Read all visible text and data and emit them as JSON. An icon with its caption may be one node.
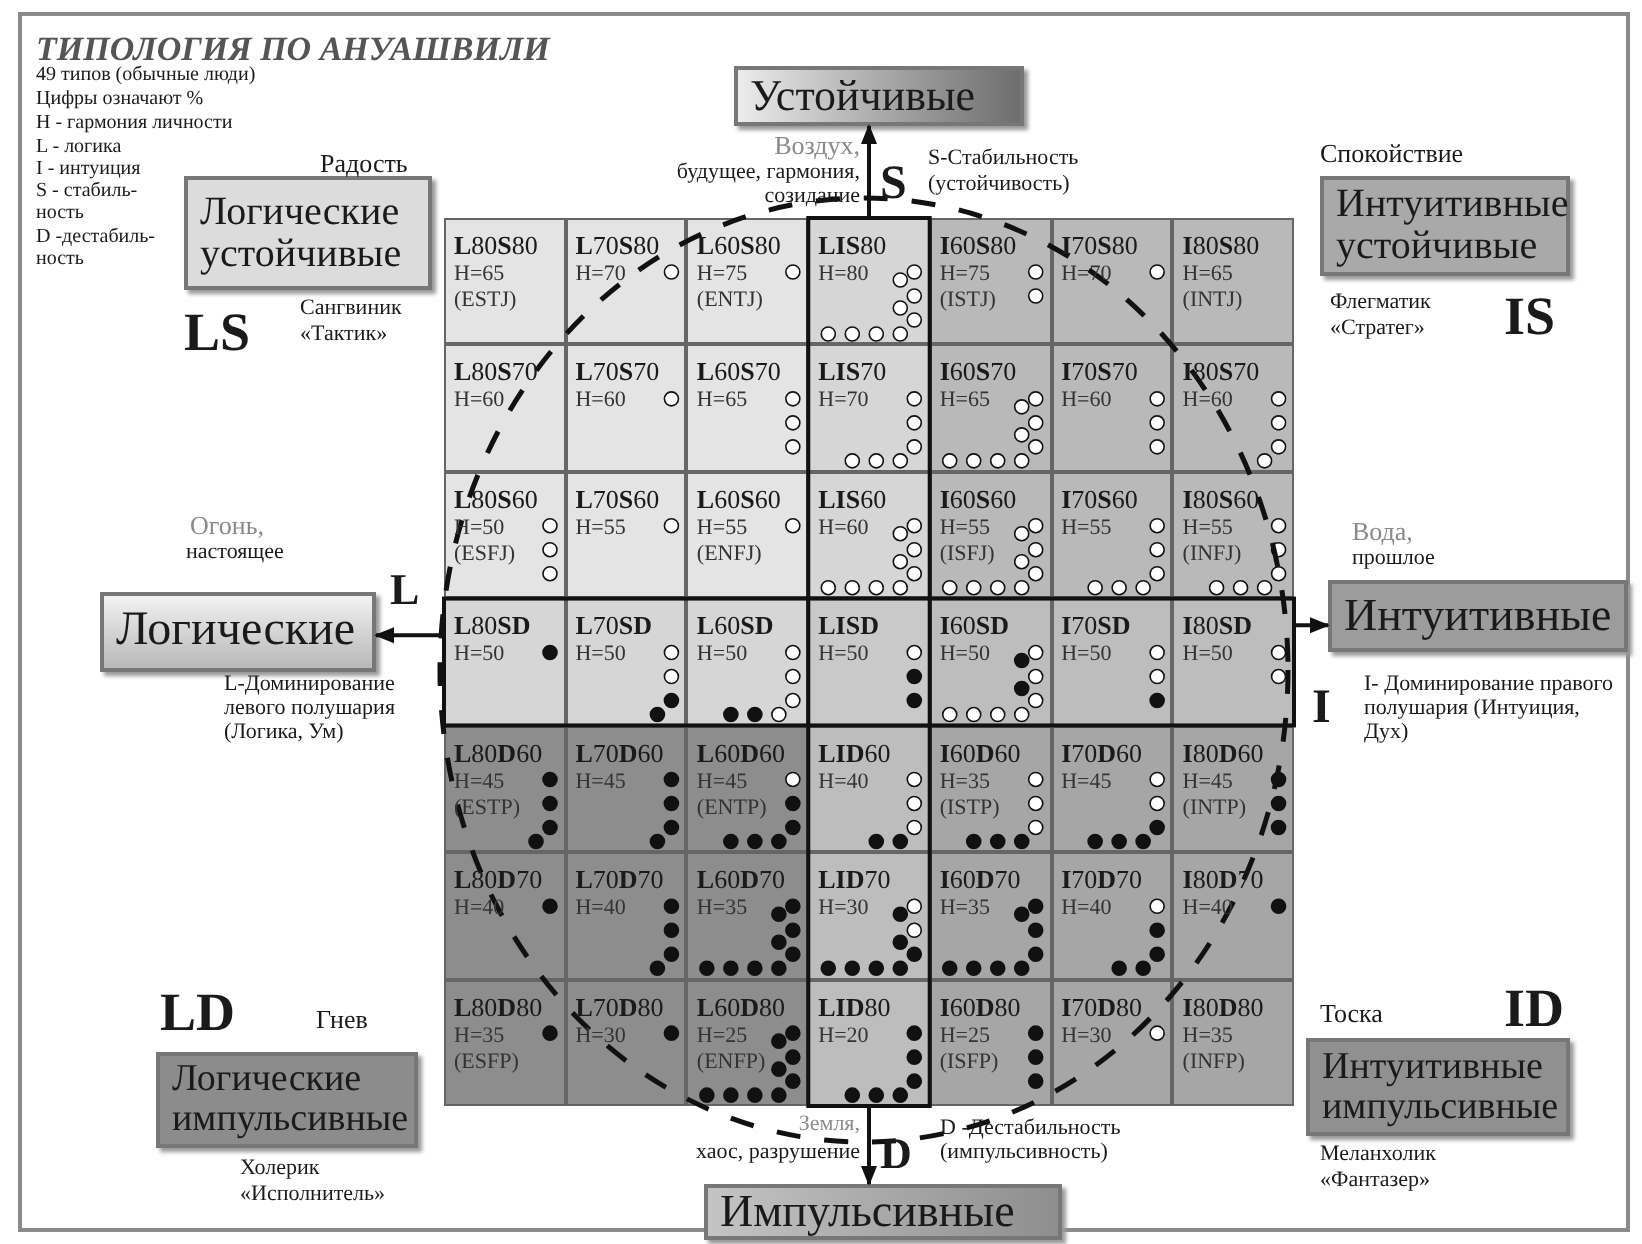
{
  "diagram": {
    "title": "ТИПОЛОГИЯ ПО АНУАШВИЛИ",
    "nodes": [
      {
        "text": [
          "Логические устойчивые"
        ]
      },
      {
        "text": [
          "Устойчивые"
        ]
      },
      {
        "text": [
          "Интуитивные устойчивые"
        ]
      },
      {
        "text": [
          "**L**80**S**80",
          "H=65",
          "(ESTJ)"
        ]
      },
      {
        "text": [
          "**L**70**S**80",
          "H=70"
        ]
      },
      {
        "text": [
          "**L**60**S**80",
          "H=75",
          "(ENTJ)"
        ]
      },
      {
        "text": [
          "**LIS**80",
          "H=80"
        ]
      },
      {
        "text": [
          "**I**60**S**80",
          "H=75",
          "(ISTJ)"
        ]
      },
      {
        "text": [
          "**I**70**S**80",
          "H=70"
        ]
      },
      {
        "text": [
          "**I**80**S**80",
          "H=65",
          "(INTJ)"
        ]
      },
      {
        "text": [
          "**L**80**S**70",
          "H=60"
        ]
      },
      {
        "text": [
          "**L**70**S**70",
          "H=60"
        ]
      },
      {
        "text": [
          "**L**60**S**70",
          "H=65"
        ]
      },
      {
        "text": [
          "**LIS**70",
          "H=70"
        ]
      },
      {
        "text": [
          "**I**60**S**70",
          "H=65"
        ]
      },
      {
        "text": [
          "**I**70**S**70",
          "H=60"
        ]
      },
      {
        "text": [
          "**I**80**S**70",
          "H=60"
        ]
      },
      {
        "text": [
          "**L**80**S**60",
          "H=50",
          "(ESFJ)"
        ]
      },
      {
        "text": [
          "**L**70**S**60",
          "H=55"
        ]
      },
      {
        "text": [
          "**L**60**S**60",
          "H=55",
          "(ENFJ)"
        ]
      },
      {
        "text": [
          "**LIS**60",
          "H=60"
        ]
      },
      {
        "text": [
          "**I**60**S**60",
          "H=55",
          "(ISFJ)"
        ]
      },
      {
        "text": [
          "**I**70**S**60",
          "H=55"
        ]
      },
      {
        "text": [
          "**I**80**S**60",
          "H=55",
          "(INFJ)"
        ]
      },
      {
        "text": [
          "**L**80**SD**",
          "H=50"
        ]
      },
      {
        "text": [
          "**L**70**SD**",
          "H=50"
        ]
      },
      {
        "text": [
          "**L**60**SD**",
          "H=50"
        ]
      },
      {
        "text": [
          "**LISD**",
          "H=50"
        ]
      },
      {
        "text": [
          "**I**60**SD**",
          "H=50"
        ]
      },
      {
        "text": [
          "**I**70**SD**",
          "H=50"
        ]
      },
      {
        "text": [
          "**I**80**SD**",
          "H=50"
        ]
      },
      {
        "text": [
          "**L**80**D**60",
          "H=45",
          "(ESTP)"
        ]
      },
      {
        "text": [
          "**L**70**D**60",
          "H=45"
        ]
      },
      {
        "text": [
          "**L**60**D**60",
          "H=45",
          "(ENTP)"
        ]
      },
      {
        "text": [
          "**LID**60",
          "H=40"
        ]
      },
      {
        "text": [
          "**I**60**D**60",
          "H=35",
          "(ISTP)"
        ]
      },
      {
        "text": [
          "**I**70**D**60",
          "H=45"
        ]
      },
      {
        "text": [
          "**I**80**D**60",
          "H=45",
          "(INTP)"
        ]
      },
      {
        "text": [
          "**L**80**D**70",
          "H=40"
        ]
      },
      {
        "text": [
          "**L**70**D**70",
          "H=40"
        ]
      },
      {
        "text": [
          "**L**60**D**70",
          "H=35"
        ]
      },
      {
        "text": [
          "**LID**70",
          "H=30"
        ]
      },
      {
        "text": [
          "**I**60**D**70",
          "H=35"
        ]
      },
      {
        "text": [
          "**I**70**D**70",
          "H=40"
        ]
      },
      {
        "text": [
          "**I**80**D**70",
          "H=40"
        ]
      },
      {
        "text": [
          "**L**80**D**80",
          "H=35",
          "(ESFP)"
        ]
      },
      {
        "text": [
          "**L**70**D**80",
          "H=30"
        ]
      },
      {
        "text": [
          "**L**60**D**80",
          "H=25",
          "(ENFP)"
        ]
      },
      {
        "text": [
          "**LID**80",
          "H=20"
        ]
      },
      {
        "text": [
          "**I**60**D**80",
          "H=25",
          "(ISFP)"
        ]
      },
      {
        "text": [
          "**I**70**D**80",
          "H=30"
        ]
      },
      {
        "text": [
          "**I**80**D**80",
          "H=35",
          "(INFP)"
        ]
      },
      {
        "text": [
          "Логические"
        ]
      },
      {
        "text": [
          "Интуитивные"
        ]
      },
      {
        "text": [
          "Логические импульсивные"
        ]
      },
      {
        "text": [
          "Импульсивные"
        ]
      },
      {
        "text": [
          "Интуитивные импульсивные"
        ]
      }
    ],
    "edges": [
      {
        "from": 6,
        "to": 1,
        "arrow": "to"
      },
      {
        "from": 24,
        "to": 52,
        "arrow": "to"
      },
      {
        "from": 30,
        "to": 53,
        "arrow": "to"
      },
      {
        "from": 48,
        "to": 55,
        "arrow": "to"
      }
    ],
    "labels": [
      "49 типов (обычные люди)",
      "Цифры означают %",
      "Н - гармония личности",
      "L - логика",
      "I - интуиция",
      "S - стабиль-ность",
      "D -дестабиль-ность",
      "Радость",
      "LS",
      "Сангвиник «Тактик»",
      "Воздух,",
      "будущее, гармония, созидание",
      "S",
      "S-Стабильность (устойчивость)",
      "Спокойствие",
      "Флегматик «Стратег»",
      "IS",
      "Огонь,",
      "настоящее",
      "L",
      "L-Доминирование левого полушария (Логика, Ум)",
      "Вода,",
      "прошлое",
      "I",
      "I- Доминирование правого полушария (Интуиция, Дух)",
      "LD",
      "Гнев",
      "Холерик «Исполнитель»",
      "Земля,",
      "хаос, разрушение",
      "D",
      "D -Дестабильность (импульсивность)",
      "Тоска",
      "ID",
      "Меланхолик «Фантазер»"
    ]
  }
}
